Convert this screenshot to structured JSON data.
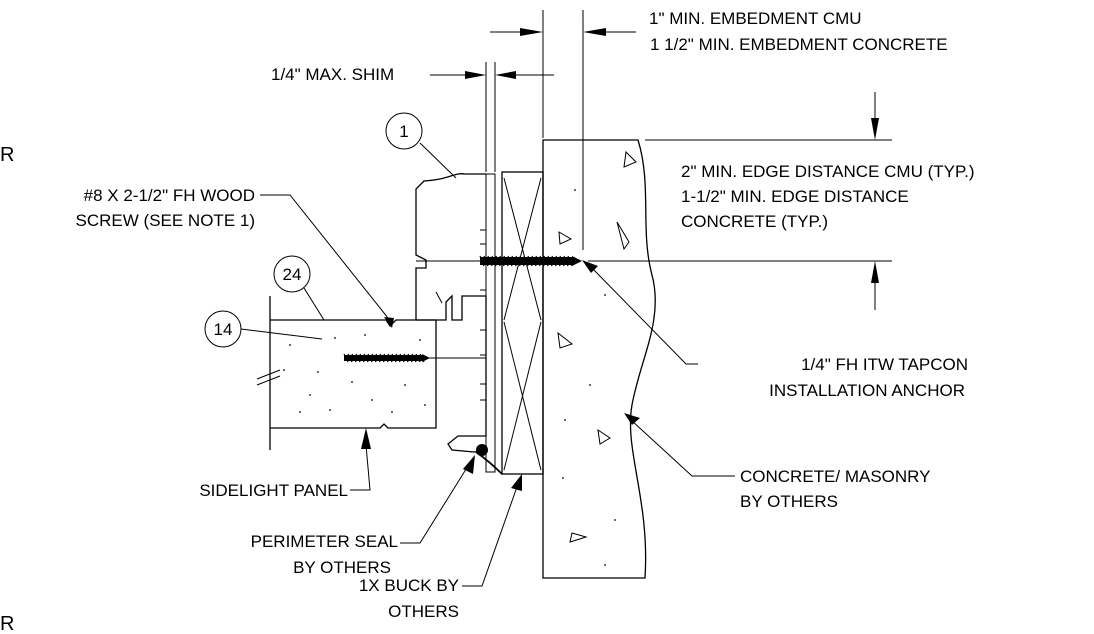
{
  "callouts": {
    "c1": "1",
    "c24": "24",
    "c14": "14"
  },
  "labels": {
    "embed_line1": "1\" MIN. EMBEDMENT CMU",
    "embed_line2": "1 1/2\" MIN. EMBEDMENT CONCRETE",
    "shim": "1/4\" MAX. SHIM",
    "edge_line1": "2\" MIN. EDGE DISTANCE CMU (TYP.)",
    "edge_line2": "1-1/2\" MIN. EDGE DISTANCE",
    "edge_line3": "CONCRETE (TYP.)",
    "screw_line1": "#8 X 2-1/2\" FH WOOD",
    "screw_line2": "SCREW (SEE NOTE 1)",
    "tapcon_line1": "1/4\" FH ITW TAPCON",
    "tapcon_line2": "INSTALLATION ANCHOR",
    "masonry_line1": "CONCRETE/ MASONRY",
    "masonry_line2": "BY OTHERS",
    "sidelight": "SIDELIGHT PANEL",
    "seal_line1": "PERIMETER SEAL",
    "seal_line2": "BY OTHERS",
    "buck_line1": "1X BUCK BY",
    "buck_line2": "OTHERS",
    "edge_r_top": "R",
    "edge_r_bottom": "R"
  }
}
